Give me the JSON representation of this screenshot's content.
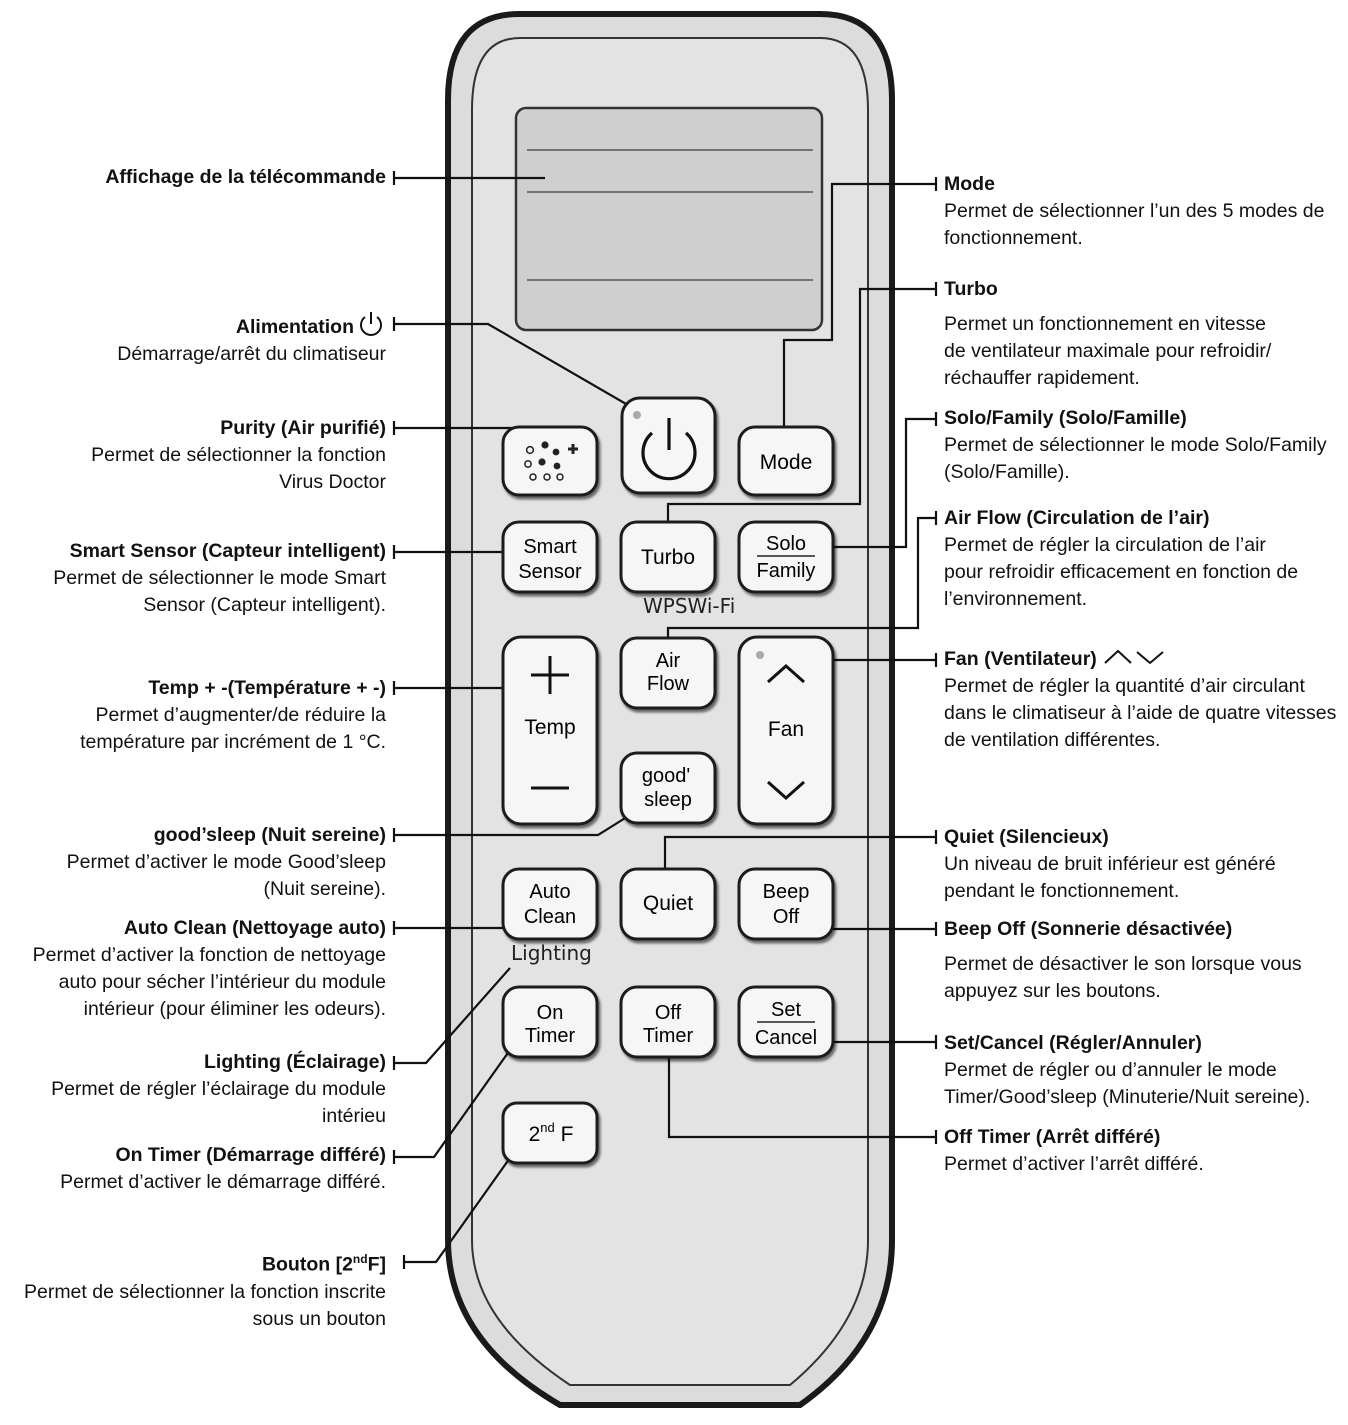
{
  "remote": {
    "buttons": {
      "purity": "",
      "power": "",
      "mode": "Mode",
      "smart_1": "Smart",
      "smart_2": "Sensor",
      "turbo": "Turbo",
      "solo": "Solo",
      "family": "Family",
      "plus": "+",
      "temp": "Temp",
      "minus": "—",
      "air_1": "Air",
      "air_2": "Flow",
      "fan": "Fan",
      "good_1": "good'",
      "good_2": "sleep",
      "auto_1": "Auto",
      "auto_2": "Clean",
      "quiet": "Quiet",
      "beep_1": "Beep",
      "beep_2": "Off",
      "on_1": "On",
      "on_2": "Timer",
      "off_1": "Off",
      "off_2": "Timer",
      "set": "Set",
      "cancel": "Cancel",
      "second_f": "2",
      "second_f_sup": "nd",
      "second_f_end": " F"
    },
    "sub_labels": {
      "wps": "WPSWi-Fi",
      "lighting": "Lighting"
    }
  },
  "callouts_left": {
    "display": {
      "title": "Affichage de la télécommande"
    },
    "power": {
      "title": "Alimentation",
      "desc": "Démarrage/arrêt du climatiseur"
    },
    "purity": {
      "title": "Purity (Air purifié)",
      "desc": "Permet de sélectionner la fonction\nVirus Doctor"
    },
    "smart": {
      "title": "Smart Sensor (Capteur intelligent)",
      "desc": "Permet de sélectionner le mode Smart\nSensor (Capteur intelligent)."
    },
    "temp": {
      "title": "Temp + -(Température + -)",
      "desc": "Permet d’augmenter/de réduire la\ntempérature par incrément de 1 °C."
    },
    "goodsleep": {
      "title": "good’sleep (Nuit sereine)",
      "desc": "Permet d’activer le mode Good’sleep\n(Nuit sereine)."
    },
    "autoclean": {
      "title": "Auto Clean (Nettoyage auto)",
      "desc": "Permet d’activer la fonction de nettoyage\nauto pour sécher l’intérieur du module\nintérieur (pour éliminer les odeurs)."
    },
    "lighting": {
      "title": "Lighting (Éclairage)",
      "desc": "Permet de régler l’éclairage du module\nintérieu"
    },
    "ontimer": {
      "title": "On Timer (Démarrage différé)",
      "desc": "Permet d’activer le démarrage différé."
    },
    "secondf": {
      "title_pre": "Bouton [2",
      "title_sup": "nd",
      "title_post": "F]",
      "desc": "Permet de sélectionner la fonction inscrite\nsous un bouton"
    }
  },
  "callouts_right": {
    "mode": {
      "title": "Mode",
      "desc": "Permet de sélectionner l’un des 5 modes de\nfonctionnement."
    },
    "turbo": {
      "title": "Turbo",
      "desc": "Permet un fonctionnement en vitesse\nde ventilateur maximale pour refroidir/\nréchauffer rapidement."
    },
    "solo": {
      "title": "Solo/Family (Solo/Famille)",
      "desc": "Permet de sélectionner le mode Solo/Family\n(Solo/Famille)."
    },
    "airflow": {
      "title": "Air Flow (Circulation de l’air)",
      "desc": "Permet de régler la circulation de l’air\npour refroidir efficacement en fonction de\nl’environnement."
    },
    "fan": {
      "title": "Fan (Ventilateur)",
      "desc": "Permet de régler la quantité d’air circulant\ndans le climatiseur à l’aide de quatre vitesses\nde ventilation différentes."
    },
    "quiet": {
      "title": "Quiet (Silencieux)",
      "desc": "Un niveau de bruit inférieur est généré\npendant le fonctionnement."
    },
    "beep": {
      "title": "Beep Off (Sonnerie désactivée)",
      "desc": "Permet de désactiver le son lorsque vous\nappuyez sur les boutons."
    },
    "setcancel": {
      "title": "Set/Cancel (Régler/Annuler)",
      "desc": "Permet de régler ou d’annuler le mode\nTimer/Good’sleep (Minuterie/Nuit sereine)."
    },
    "offtimer": {
      "title": "Off Timer (Arrêt différé)",
      "desc": "Permet d’activer l’arrêt différé."
    }
  }
}
